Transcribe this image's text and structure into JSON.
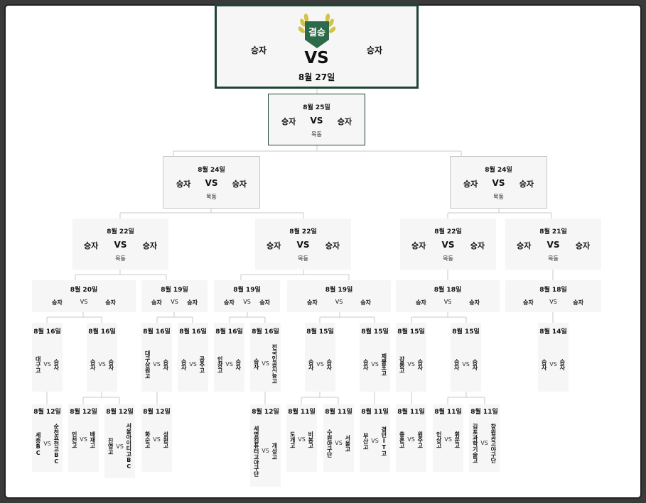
{
  "final": {
    "badge": "결승",
    "team1": "승자",
    "vs": "VS",
    "team2": "승자",
    "date": "8월 27일"
  },
  "semi": {
    "date": "8월 25일",
    "team1": "승자",
    "vs": "VS",
    "team2": "승자",
    "venue": "목동"
  },
  "r8": [
    {
      "date": "8월 24일",
      "team1": "승자",
      "vs": "VS",
      "team2": "승자",
      "venue": "목동"
    },
    {
      "date": "8월 24일",
      "team1": "승자",
      "vs": "VS",
      "team2": "승자",
      "venue": "목동"
    }
  ],
  "r16": [
    {
      "date": "8월 22일",
      "team1": "승자",
      "vs": "VS",
      "team2": "승자",
      "venue": "목동"
    },
    {
      "date": "8월 22일",
      "team1": "승자",
      "vs": "VS",
      "team2": "승자",
      "venue": "목동"
    },
    {
      "date": "8월 22일",
      "team1": "승자",
      "vs": "VS",
      "team2": "승자",
      "venue": "목동"
    },
    {
      "date": "8월 21일",
      "team1": "승자",
      "vs": "VS",
      "team2": "승자",
      "venue": "목동"
    }
  ],
  "r32": [
    {
      "date": "8월 20일",
      "team1": "승자",
      "vs": "VS",
      "team2": "승자"
    },
    {
      "date": "8월 19일",
      "team1": "승자",
      "vs": "VS",
      "team2": "승자"
    },
    {
      "date": "8월 19일",
      "team1": "승자",
      "vs": "VS",
      "team2": "승자"
    },
    {
      "date": "8월 19일",
      "team1": "승자",
      "vs": "VS",
      "team2": "승자"
    },
    {
      "date": "8월 18일",
      "team1": "승자",
      "vs": "VS",
      "team2": "승자"
    },
    {
      "date": "8월 18일",
      "team1": "승자",
      "vs": "VS",
      "team2": "승자"
    }
  ],
  "r64": [
    {
      "date": "8월 16일",
      "team1": "대구고",
      "vs": "VS",
      "team2": "승자"
    },
    {
      "date": "8월 16일",
      "team1": "승자",
      "vs": "VS",
      "team2": "승자"
    },
    {
      "date": "8월 16일",
      "team1": "대구상원고",
      "vs": "VS",
      "team2": "승자"
    },
    {
      "date": "8월 16일",
      "team1": "승자",
      "vs": "VS",
      "team2": "공주고"
    },
    {
      "date": "8월 16일",
      "team1": "인창고",
      "vs": "VS",
      "team2": "승자"
    },
    {
      "date": "8월 16일",
      "team1": "승자",
      "vs": "VS",
      "team2": "전국인공지능고"
    },
    {
      "date": "8월 15일",
      "team1": "승자",
      "vs": "VS",
      "team2": "승자"
    },
    {
      "date": "8월 15일",
      "team1": "승자",
      "vs": "VS",
      "team2": "제물포고"
    },
    {
      "date": "8월 15일",
      "team1": "강릉고",
      "vs": "VS",
      "team2": "승자"
    },
    {
      "date": "8월 15일",
      "team1": "승자",
      "vs": "VS",
      "team2": "승자"
    },
    {
      "date": "8월 14일",
      "team1": "승자",
      "vs": "VS",
      "team2": "승자"
    }
  ],
  "r128": [
    {
      "date": "8월 12일",
      "team1": "세종BC",
      "vs": "VS",
      "team2": "순천효천고BC"
    },
    {
      "date": "8월 12일",
      "team1": "인천고",
      "vs": "VS",
      "team2": "배재고"
    },
    {
      "date": "8월 12일",
      "team1": "진영고",
      "vs": "VS",
      "team2": "서울아이티고BC"
    },
    {
      "date": "8월 12일",
      "team1": "화순고",
      "vs": "VS",
      "team2": "성원고"
    },
    {
      "date": "8월 12일",
      "team1": "세명컴퓨터고야구단",
      "vs": "VS",
      "team2": "개성고"
    },
    {
      "date": "8월 11일",
      "team1": "도개고",
      "vs": "VS",
      "team2": "비봉고"
    },
    {
      "date": "8월 11일",
      "team1": "수원야구단",
      "vs": "VS",
      "team2": "서울고"
    },
    {
      "date": "8월 11일",
      "team1": "부산고",
      "vs": "VS",
      "team2": "경민IT고"
    },
    {
      "date": "8월 11일",
      "team1": "충훈고",
      "vs": "VS",
      "team2": "원주고"
    },
    {
      "date": "8월 11일",
      "team1": "인상고",
      "vs": "VS",
      "team2": "휘문고"
    },
    {
      "date": "8월 11일",
      "team1": "김포과학기술고",
      "vs": "VS",
      "team2": "창원공고야구단"
    }
  ],
  "colors": {
    "accent": "#1e4433",
    "box": "#f6f6f6",
    "line": "#c9c9c9"
  }
}
